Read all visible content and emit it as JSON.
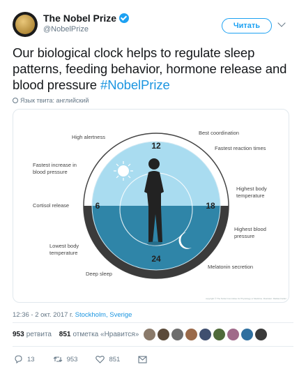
{
  "header": {
    "name": "The Nobel Prize",
    "handle": "@NobelPrize",
    "follow_label": "Читать"
  },
  "tweet": {
    "text": "Our biological clock helps to regulate sleep patterns, feeding behavior, hormone release and blood pressure ",
    "hashtag": "#NobelPrize",
    "language_note": "Язык твита: английский"
  },
  "image": {
    "labels": {
      "high_alertness": "High alertness",
      "best_coordination": "Best coordination",
      "fastest_reaction": "Fastest reaction times",
      "fastest_increase_1": "Fastest increase in",
      "fastest_increase_2": "blood pressure",
      "highest_temp_1": "Highest body",
      "highest_temp_2": "temperature",
      "cortisol": "Cortisol release",
      "highest_bp_1": "Highest blood",
      "highest_bp_2": "pressure",
      "lowest_temp_1": "Lowest body",
      "lowest_temp_2": "temperature",
      "melatonin": "Melatonin secretion",
      "deep_sleep": "Deep sleep",
      "h12": "12",
      "h6": "6",
      "h18": "18",
      "h24": "24",
      "credit": "copyright © The Nobel Committee for Physiology or Medicine. Illustrator: Mattias Karlén"
    }
  },
  "meta": {
    "time": "12:36 - 2 окт. 2017 г. ",
    "location": "Stockholm, Sverige"
  },
  "stats": {
    "retweets": "953",
    "retweets_label": "ретвита",
    "likes": "851",
    "likes_label": "отметка «Нравится»"
  },
  "likers_colors": [
    "#8a7a6a",
    "#5b4a3a",
    "#6d6d6d",
    "#9a6a4a",
    "#3f4f6f",
    "#4f6a3a",
    "#a06a8a",
    "#2f6f9f",
    "#3a3a3a"
  ],
  "actions": {
    "replies": "13",
    "retweets": "953",
    "likes": "851"
  }
}
